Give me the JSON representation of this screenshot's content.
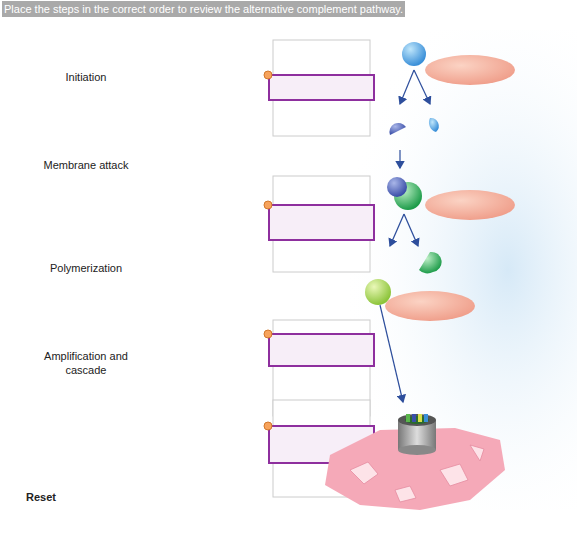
{
  "diagram": {
    "title": "Place the steps in the correct order to review the alternative complement pathway.",
    "labels": [
      "Initiation",
      "Membrane attack",
      "Polymerization",
      "Amplification and cascade",
      "Reset"
    ]
  }
}
